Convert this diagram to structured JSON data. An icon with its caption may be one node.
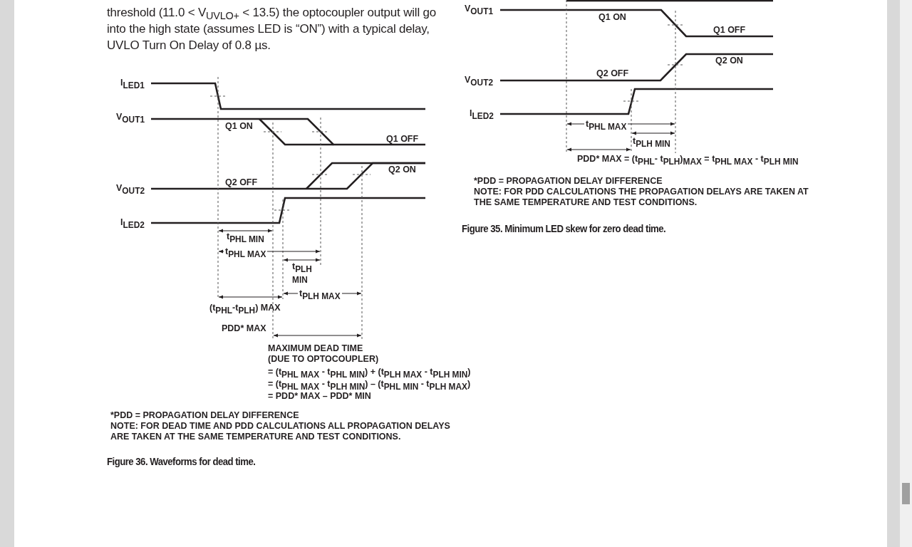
{
  "diagram": {
    "labels": [
      "threshold (11.0 < V$_{UVLO+}$ < 13.5) the optocoupler output will go into the high state (assumes LED is “ON”) with a typical delay, UVLO Turn On Delay of 0.8 µs.",
      "I$_{LED1}$",
      "V$_{OUT1}$",
      "Q1 ON",
      "Q1 OFF",
      "Q2 ON",
      "V$_{OUT2}$",
      "Q2 OFF",
      "I$_{LED2}$",
      "t$_{PHL MIN}$",
      "t$_{PHL MAX}$",
      "t$_{PLH MIN}$",
      "t$_{PLH MAX}$",
      "(t$_{PHL}$-t$_{PLH}$) MAX",
      "PDD* MAX",
      "MAXIMUM DEAD TIME (DUE TO OPTOCOUPLER)",
      "= (t$_{PHL MAX}$ - t$_{PHL MIN}$) + (t$_{PLH MAX}$ - t$_{PLH MIN}$)",
      "= (t$_{PHL MAX}$ - t$_{PLH MIN}$) – (t$_{PHL MIN}$ - t$_{PLH MAX}$)",
      "= PDD* MAX – PDD* MIN",
      "*PDD = PROPAGATION DELAY DIFFERENCE",
      "NOTE: FOR DEAD TIME AND PDD CALCULATIONS ALL PROPAGATION DELAYS ARE TAKEN AT THE SAME TEMPERATURE AND TEST CONDITIONS.",
      "Figure 36. Waveforms for dead time.",
      "V$_{OUT1}$",
      "Q1 ON",
      "Q1 OFF",
      "Q2 ON",
      "Q2 OFF",
      "V$_{OUT2}$",
      "I$_{LED2}$",
      "t$_{PHL MAX}$",
      "t$_{PLH MIN}$",
      "PDD* MAX = (t$_{PHL}$- t$_{PLH}$)$_{MAX}$ = t$_{PHL MAX}$ - t$_{PLH MIN}$",
      "*PDD = PROPAGATION DELAY DIFFERENCE",
      "NOTE: FOR PDD CALCULATIONS THE PROPAGATION DELAYS ARE TAKEN AT THE SAME TEMPERATURE AND TEST CONDITIONS.",
      "Figure 35. Minimum LED skew for zero dead time."
    ]
  }
}
